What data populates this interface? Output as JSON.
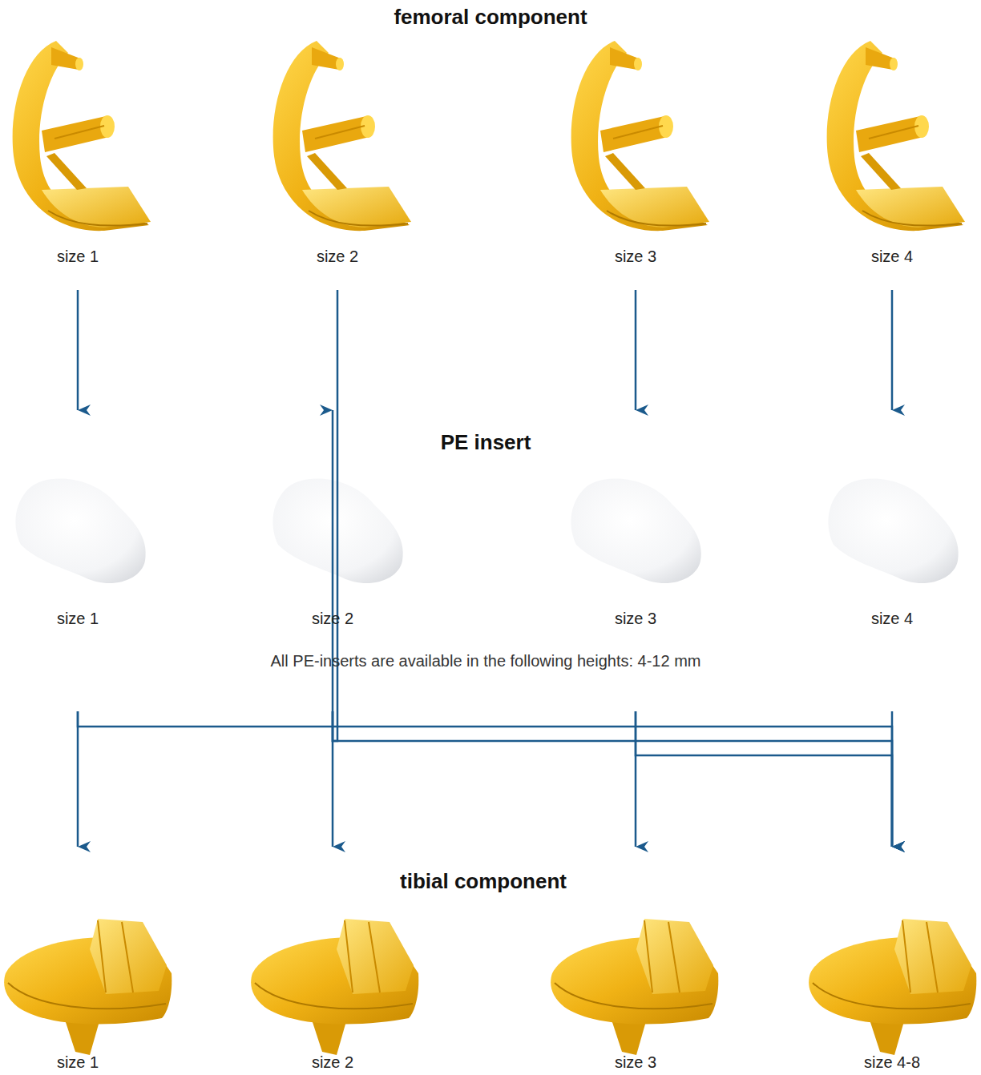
{
  "diagram": {
    "nodes": [
      {
        "text": [
          "size 1"
        ]
      },
      {
        "text": [
          "size 2"
        ]
      },
      {
        "text": [
          "size 3"
        ]
      },
      {
        "text": [
          "size 4"
        ]
      },
      {
        "text": [
          "size 1"
        ]
      },
      {
        "text": [
          "size 2"
        ]
      },
      {
        "text": [
          "size 3"
        ]
      },
      {
        "text": [
          "size 4"
        ]
      },
      {
        "text": [
          "size 1"
        ]
      },
      {
        "text": [
          "size 2"
        ]
      },
      {
        "text": [
          "size 3"
        ]
      },
      {
        "text": [
          "size 4-8"
        ]
      }
    ],
    "edges": [
      {
        "from": 0,
        "to": 4,
        "arrow": "to"
      },
      {
        "from": 1,
        "to": 5,
        "arrow": "to"
      },
      {
        "from": 2,
        "to": 6,
        "arrow": "to"
      },
      {
        "from": 3,
        "to": 7,
        "arrow": "to"
      },
      {
        "from": 4,
        "to": 8,
        "arrow": "to"
      },
      {
        "from": 4,
        "to": 11,
        "arrow": "to"
      },
      {
        "from": 5,
        "to": 9,
        "arrow": "to"
      },
      {
        "from": 5,
        "to": 11,
        "arrow": "to"
      },
      {
        "from": 6,
        "to": 10,
        "arrow": "to"
      },
      {
        "from": 6,
        "to": 11,
        "arrow": "to"
      },
      {
        "from": 7,
        "to": 11,
        "arrow": "to"
      }
    ],
    "labels": [
      "femoral component",
      "PE insert",
      "All PE-inserts are available in the following heights: 4-12 mm",
      "tibial component"
    ]
  }
}
